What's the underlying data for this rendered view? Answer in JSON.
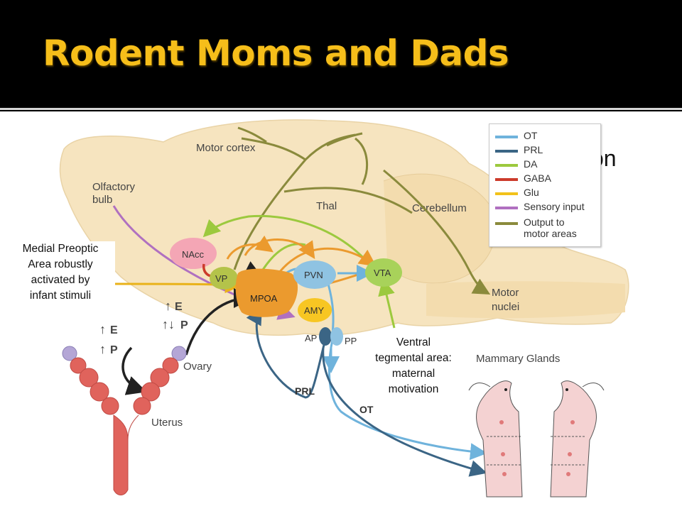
{
  "slide": {
    "title": "Rodent Moms and Dads",
    "background_text_fragment": "on"
  },
  "figure": {
    "regions": {
      "motor_cortex": "Motor cortex",
      "olfactory_bulb": [
        "Olfactory",
        "bulb"
      ],
      "thal": "Thal",
      "cerebellum": "Cerebellum",
      "motor_nuclei": [
        "Motor",
        "nuclei"
      ]
    },
    "nuclei": {
      "nacc": "NAcc",
      "vp": "VP",
      "mpoa": "MPOA",
      "pvn": "PVN",
      "vta": "VTA",
      "amy": "AMY",
      "ap": "AP",
      "pp": "PP"
    },
    "hormones": {
      "estrogen_1": "E",
      "progesterone_1": "P",
      "estrogen_2": "E",
      "progesterone_2": "P",
      "up_arrow": "↑",
      "up_down_arrow": "↑↓"
    },
    "body": {
      "ovary": "Ovary",
      "uterus": "Uterus",
      "mammary_glands": "Mammary Glands"
    },
    "pathway_labels": {
      "prl": "PRL",
      "ot": "OT"
    }
  },
  "callouts": {
    "mpoa_note": [
      "Medial Preoptic",
      "Area robustly",
      "activated by",
      "infant stimuli"
    ],
    "vta_note": [
      "Ventral",
      "tegmental area:",
      "maternal",
      "motivation"
    ]
  },
  "legend": {
    "items": [
      {
        "label": "OT",
        "color": "#6fb3dc"
      },
      {
        "label": "PRL",
        "color": "#3b6585"
      },
      {
        "label": "DA",
        "color": "#9cc93e"
      },
      {
        "label": "GABA",
        "color": "#cc3b2b"
      },
      {
        "label": "Glu",
        "color": "#f2c21a"
      },
      {
        "label": "Sensory input",
        "color": "#b070c0"
      },
      {
        "label": "Output to",
        "label2": "motor areas",
        "color": "#8a8a3c"
      }
    ]
  },
  "colors": {
    "title": "#f6be1a",
    "brain": "#f6e4bf",
    "ot": "#6fb3dc",
    "prl": "#3b6585",
    "da": "#9cc93e",
    "gaba": "#cc3b2b",
    "glu": "#f2c21a",
    "sensory": "#b070c0",
    "motor_output": "#8a8a3c"
  }
}
